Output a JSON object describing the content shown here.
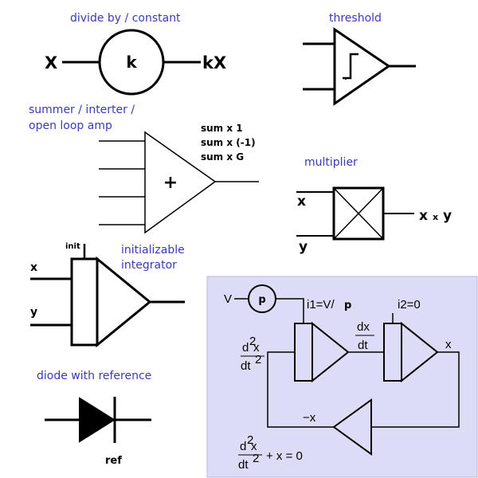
{
  "colors": {
    "label": "#3a3ab8",
    "ink": "#000000",
    "panel": "#dcdcf6",
    "panel_border": "#b8b8e0"
  },
  "components": {
    "divider": {
      "title": "divide by / constant",
      "input": "X",
      "symbol": "k",
      "output": "kX"
    },
    "threshold": {
      "title": "threshold"
    },
    "summer": {
      "title_line1": "summer / interter /",
      "title_line2": "open loop amp",
      "symbol": "+",
      "notes": [
        "sum x 1",
        "sum x (-1)",
        "sum x G"
      ]
    },
    "multiplier": {
      "title": "multiplier",
      "input_x": "x",
      "input_y": "y",
      "out_x": "x",
      "out_times": "x",
      "out_y": "y"
    },
    "integrator": {
      "title_line1": "initializable",
      "title_line2": "integrator",
      "init": "init",
      "input_x": "x",
      "input_y": "y"
    },
    "diode": {
      "title": "diode with reference",
      "ref": "ref"
    }
  },
  "example": {
    "v_label": "V",
    "p_label": "p",
    "i1_label": "i1=V/",
    "i1_p": "p",
    "i2_label": "i2=0",
    "d2x_num": "d",
    "d2x_num_exp": "2",
    "d2x_num_var": "x",
    "d2x_den": "dt",
    "d2x_den_exp": "2",
    "dx_num": "dx",
    "dx_den": "dt",
    "x_out": "x",
    "neg_x": "−x",
    "eq_num": "d",
    "eq_num_exp": "2",
    "eq_num_var": "x",
    "eq_den": "dt",
    "eq_den_exp": "2",
    "eq_rest": "+ x = 0"
  }
}
